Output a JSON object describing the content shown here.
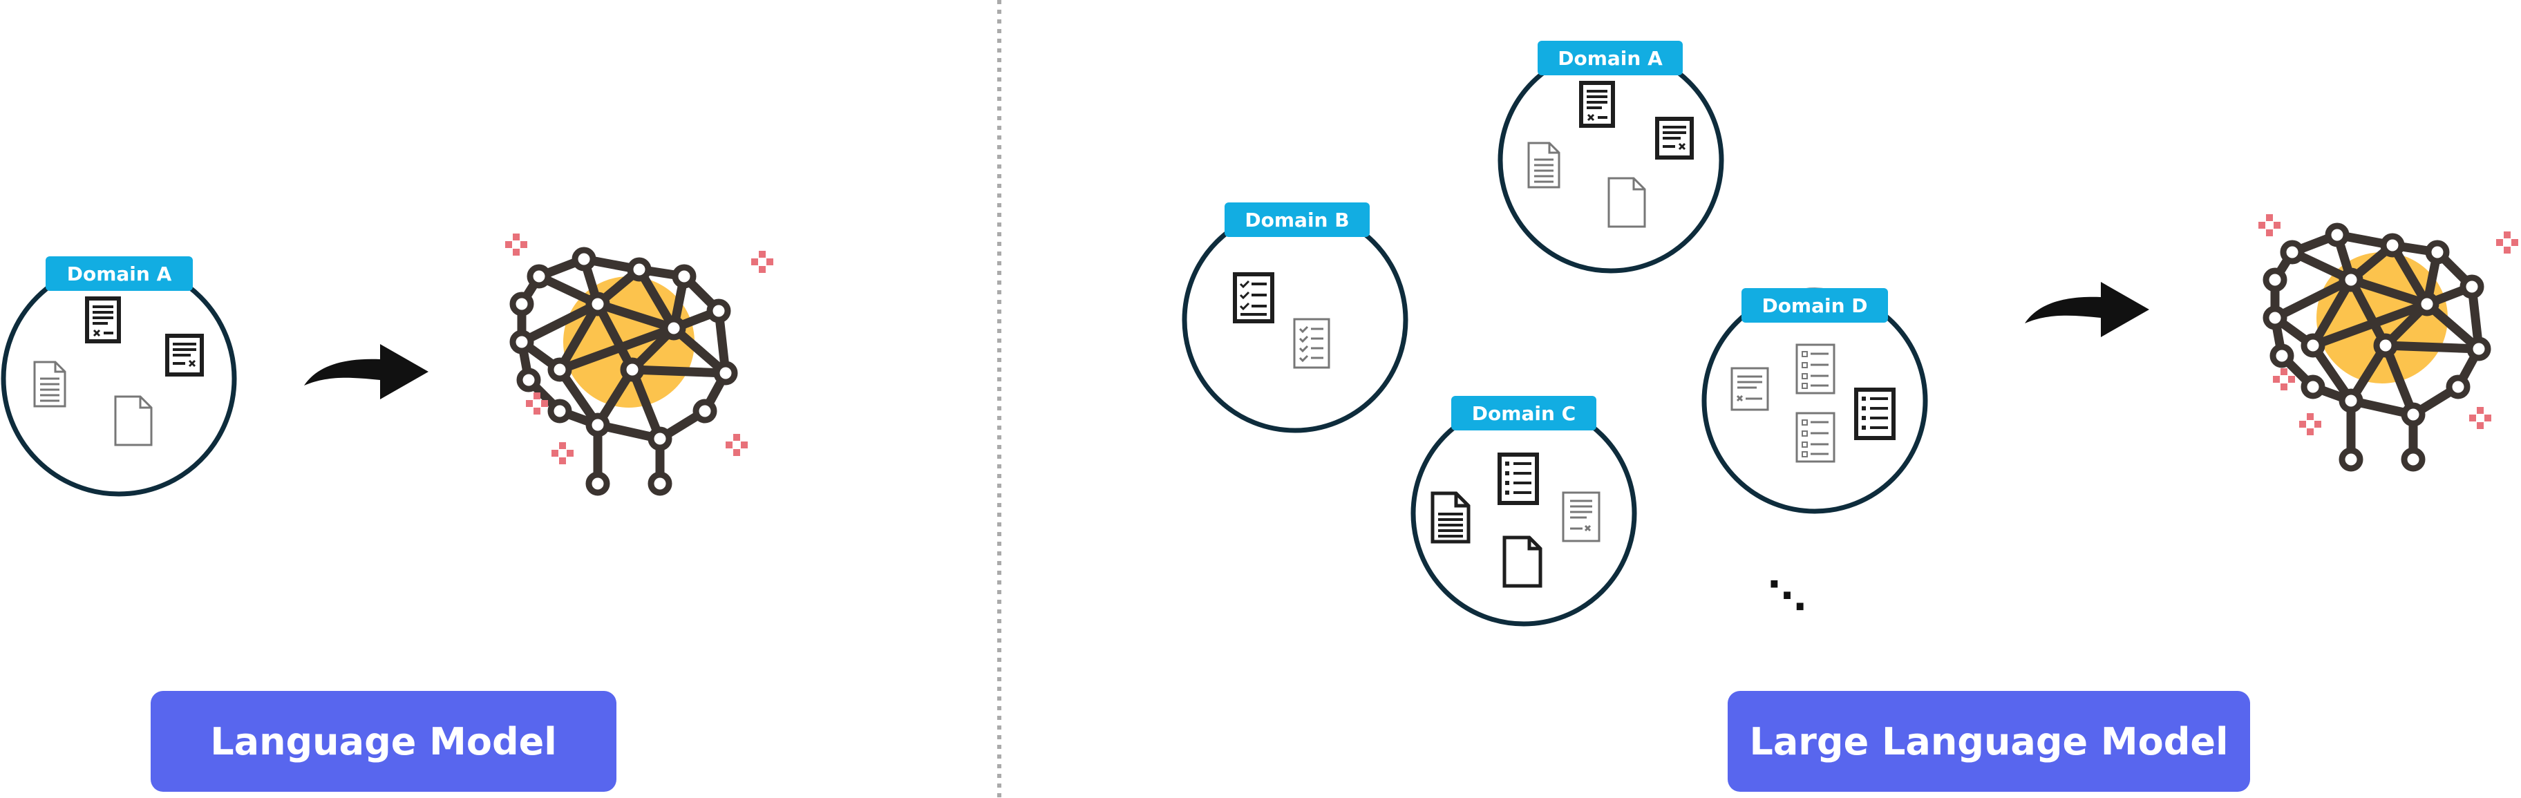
{
  "colors": {
    "tag_blue": "#12ade2",
    "label_blue": "#5866ee",
    "circle_stroke": "#0e2c3c",
    "brain_stroke": "#3b3430",
    "brain_glow": "#fcc34d",
    "sparkle": "#e8717a",
    "divider": "#aaaaaa"
  },
  "left_panel": {
    "domain_tag": "Domain A",
    "model_label": "Language Model"
  },
  "right_panel": {
    "domain_tags": [
      "Domain A",
      "Domain B",
      "Domain C",
      "Domain D"
    ],
    "ellipsis": "⋱",
    "model_label": "Large Language Model"
  },
  "icons": {
    "brain": "neural-network-brain-icon",
    "arrow": "curved-arrow-icon",
    "document": "document-icon",
    "checklist": "checklist-icon",
    "form": "form-document-icon"
  }
}
